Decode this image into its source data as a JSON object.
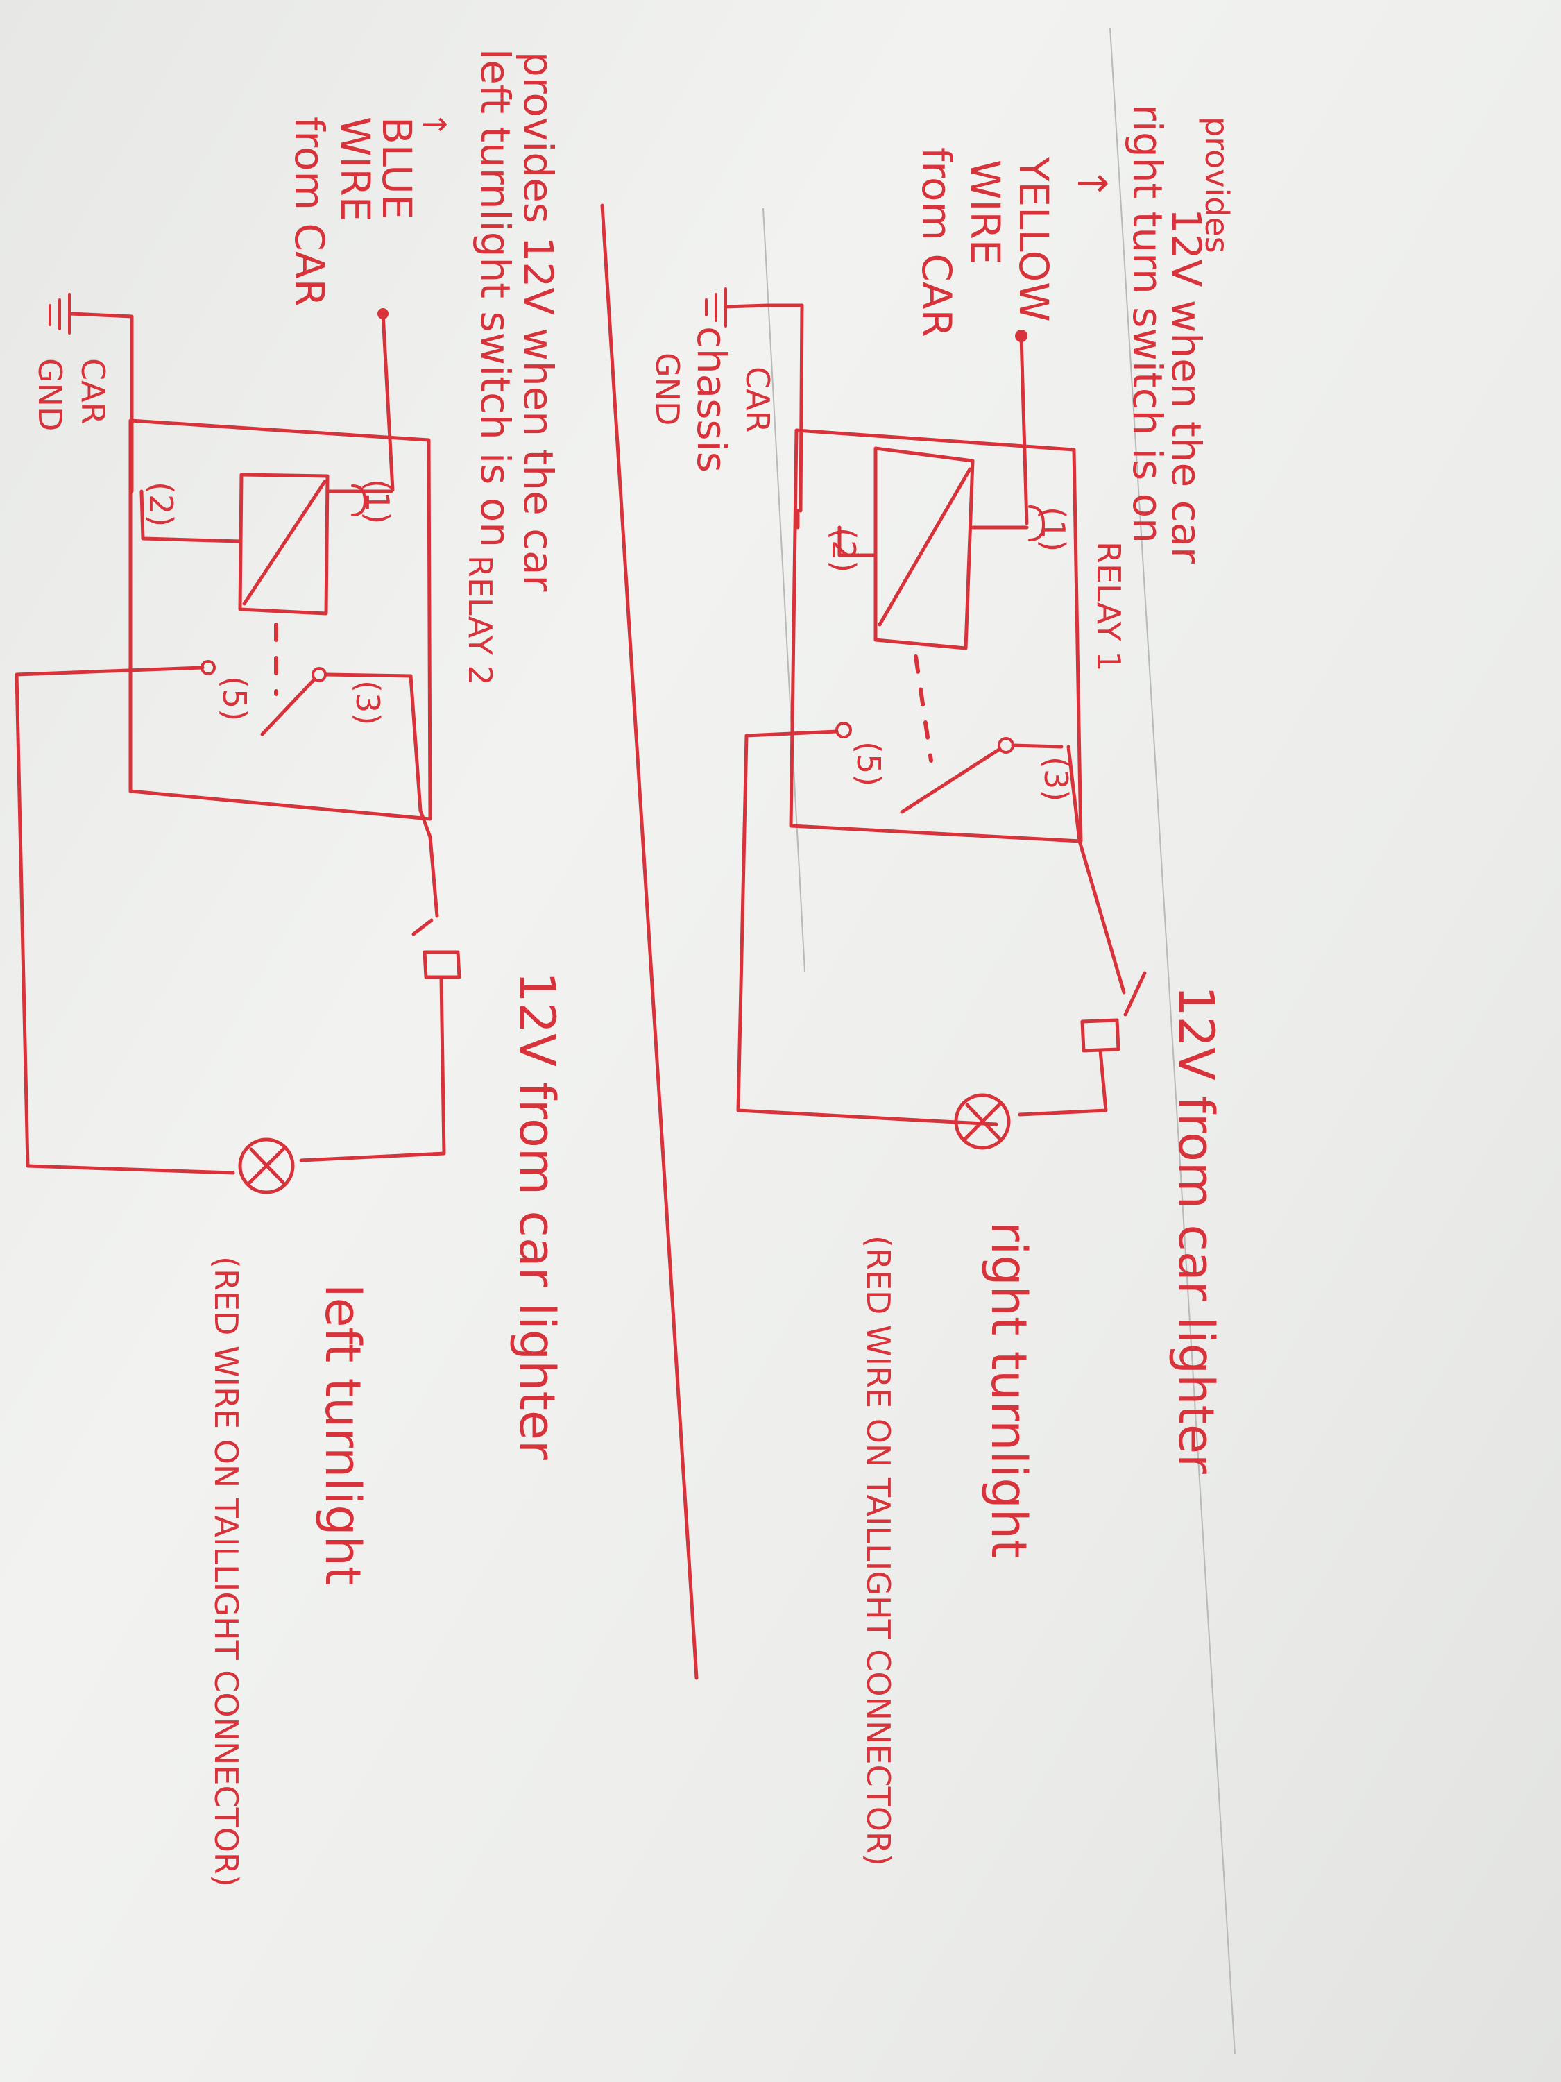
{
  "relay1": {
    "note_top": "provides",
    "note_line1": "12V when the car",
    "note_line2": "right turn switch is on",
    "arrow": "↑",
    "wire_line1": "YELLOW",
    "wire_line2": "WIRE",
    "wire_line3": "from CAR",
    "gnd_line1": "CAR",
    "gnd_line2": "chassis",
    "gnd_line3": "GND",
    "relay_label": "RELAY 1",
    "pin1": "(1)",
    "pin2": "(2)",
    "pin3": "(3)",
    "pin5": "(5)",
    "supply": "12V from car lighter",
    "lamp_line1": "right turnlight",
    "lamp_line2": "(RED WIRE ON TAILLIGHT CONNECTOR)"
  },
  "relay2": {
    "note_line1": "provides 12V when the car",
    "note_line2": "left turnlight switch is on",
    "arrow": "↑",
    "wire_line1": "BLUE",
    "wire_line2": "WIRE",
    "wire_line3": "from CAR",
    "gnd_line1": "CAR",
    "gnd_line2": "GND",
    "relay_label": "RELAY 2",
    "pin1": "(1)",
    "pin2": "(2)",
    "pin3": "(3)",
    "pin5": "(5)",
    "supply": "12V from car lighter",
    "lamp_line1": "left turnlight",
    "lamp_line2": "(RED WIRE ON TAILLIGHT CONNECTOR)"
  },
  "ink_color": "#d8323a",
  "paper_color": "#eeefed"
}
